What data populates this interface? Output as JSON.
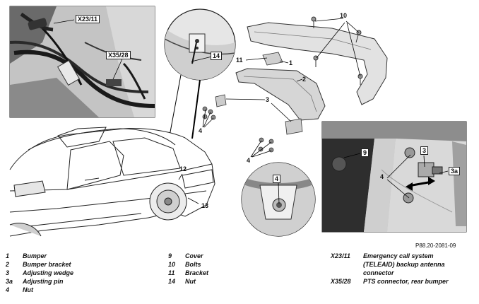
{
  "figure_code": "P88.20-2081-09",
  "callouts": {
    "x23_11": "X23/11",
    "x35_28": "X35/28",
    "n1": "1",
    "n2": "2",
    "n3a": "3",
    "n3b": "3",
    "n3a_pin": "3a",
    "n4a": "4",
    "n4b": "4",
    "n4c": "4",
    "n4d": "4",
    "n9": "9",
    "n10": "10",
    "n11": "11",
    "n12": "12",
    "n13": "13",
    "n14": "14"
  },
  "legend": {
    "col1": [
      {
        "num": "1",
        "text": "Bumper"
      },
      {
        "num": "2",
        "text": "Bumper bracket"
      },
      {
        "num": "3",
        "text": "Adjusting wedge"
      },
      {
        "num": "3a",
        "text": "Adjusting pin"
      },
      {
        "num": "4",
        "text": "Nut"
      }
    ],
    "col2": [
      {
        "num": "9",
        "text": "Cover"
      },
      {
        "num": "10",
        "text": "Bolts"
      },
      {
        "num": "11",
        "text": "Bracket"
      },
      {
        "num": "14",
        "text": "Nut"
      }
    ],
    "col3": [
      {
        "num": "X23/11",
        "text": "Emergency call system (TELEAID) backup antenna connector"
      },
      {
        "num": "X35/28",
        "text": "PTS connector, rear bumper"
      }
    ]
  }
}
